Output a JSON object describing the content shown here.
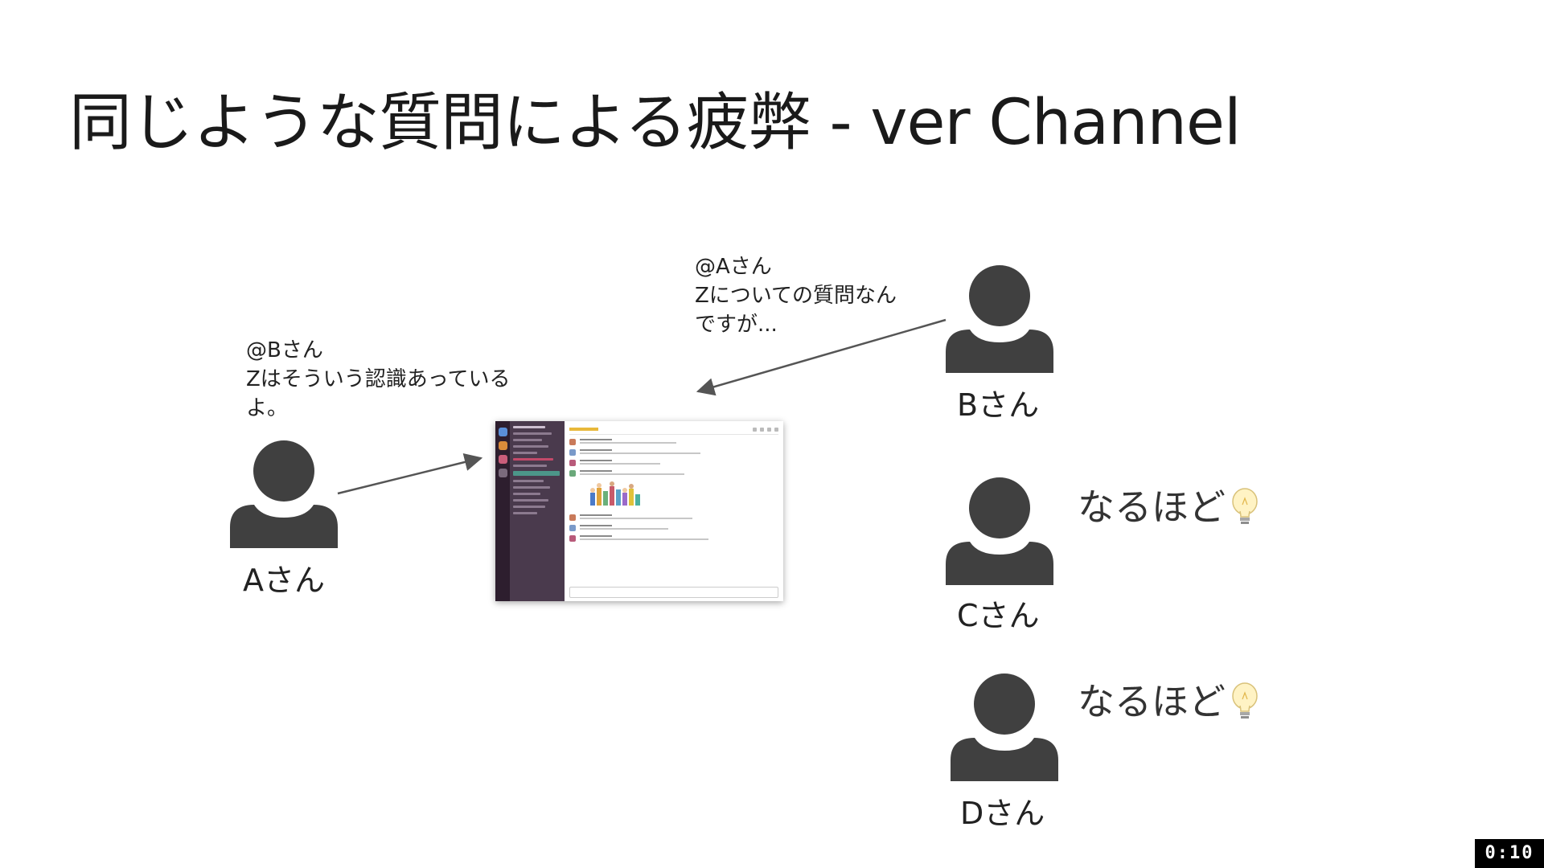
{
  "slide": {
    "title": "同じような質問による疲弊 - ver Channel"
  },
  "people": {
    "a": {
      "label": "Aさん",
      "icon": "person-icon"
    },
    "b": {
      "label": "Bさん",
      "icon": "person-icon"
    },
    "c": {
      "label": "Cさん",
      "icon": "person-icon"
    },
    "d": {
      "label": "Dさん",
      "icon": "person-icon"
    }
  },
  "messages": {
    "from_b": {
      "line1": "@Aさん",
      "line2": "Zについての質問なん",
      "line3": "ですが..."
    },
    "from_a": {
      "line1": "@Bさん",
      "line2": "Zはそういう認識あっている",
      "line3": "よ。"
    }
  },
  "reactions": {
    "c": {
      "text": "なるほど",
      "icon": "lightbulb-icon"
    },
    "d": {
      "text": "なるほど",
      "icon": "lightbulb-icon"
    }
  },
  "channel_screenshot": {
    "icon": "slack-window-screenshot",
    "colors": {
      "rail": "#2d1e2e",
      "sidebar": "#4a3a4d",
      "highlight": "#4c9689",
      "channel_tag": "#e8b83a"
    }
  },
  "colors": {
    "person": "#404040",
    "arrow": "#555555",
    "text": "#222222"
  },
  "video": {
    "timestamp": "0:10"
  }
}
